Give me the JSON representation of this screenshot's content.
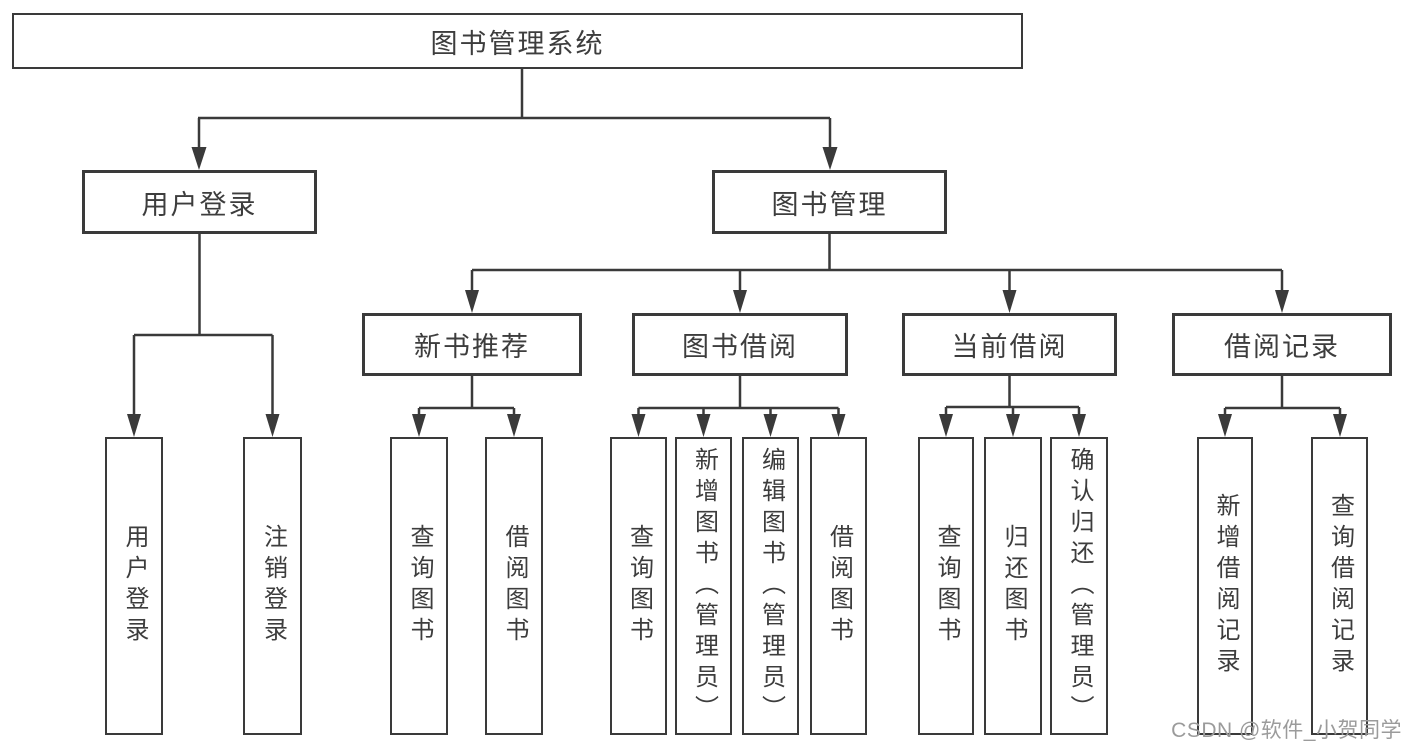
{
  "tree": {
    "root": {
      "label": "图书管理系统"
    },
    "branches": [
      {
        "label": "用户登录",
        "children": [
          {
            "label": "用户登录"
          },
          {
            "label": "注销登录"
          }
        ]
      },
      {
        "label": "图书管理",
        "children": [
          {
            "label": "新书推荐",
            "children": [
              {
                "label": "查询图书"
              },
              {
                "label": "借阅图书"
              }
            ]
          },
          {
            "label": "图书借阅",
            "children": [
              {
                "label": "查询图书"
              },
              {
                "label": "新增图书（管理员）"
              },
              {
                "label": "编辑图书（管理员）"
              },
              {
                "label": "借阅图书"
              }
            ]
          },
          {
            "label": "当前借阅",
            "children": [
              {
                "label": "查询图书"
              },
              {
                "label": "归还图书"
              },
              {
                "label": "确认归还（管理员）"
              }
            ]
          },
          {
            "label": "借阅记录",
            "children": [
              {
                "label": "新增借阅记录"
              },
              {
                "label": "查询借阅记录"
              }
            ]
          }
        ]
      }
    ]
  },
  "watermark": "CSDN @软件_小贺同学",
  "colors": {
    "line": "#3a3a3a",
    "text": "#3d3d3d",
    "background": "#ffffff",
    "watermark": "#9b9b9b"
  }
}
